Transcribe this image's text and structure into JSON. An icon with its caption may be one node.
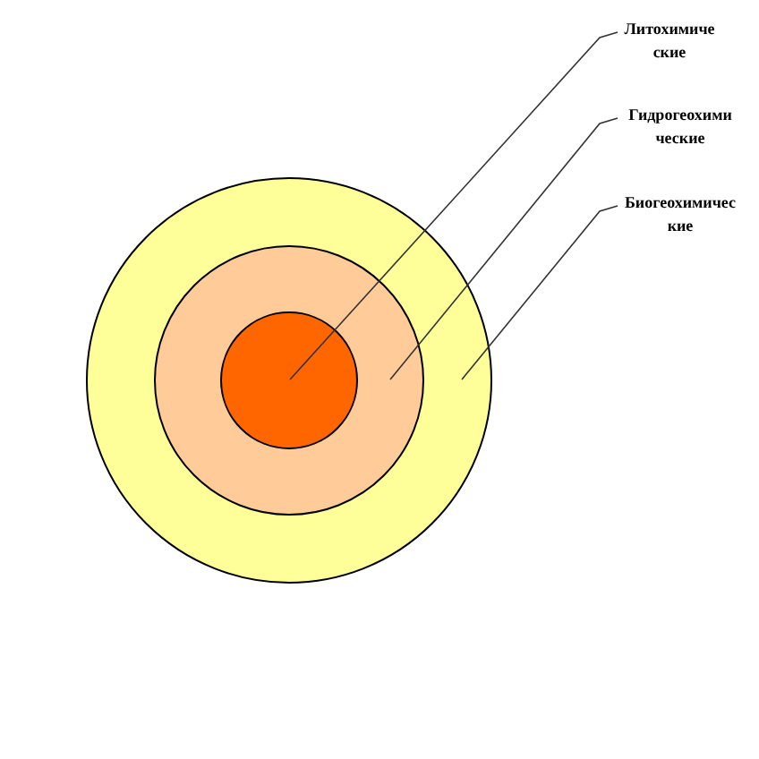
{
  "diagram": {
    "nodes": [
      {
        "text": [],
        "shape": "circle"
      },
      {
        "text": [],
        "shape": "circle",
        "in": 0
      },
      {
        "text": [],
        "shape": "circle",
        "in": 1
      },
      {
        "text": [
          "Литохимиче ские"
        ]
      },
      {
        "text": [
          "Гидрогеохими ческие"
        ]
      },
      {
        "text": [
          "Биогеохимичес кие"
        ]
      }
    ],
    "edges": [
      {
        "from": 3,
        "to": 2,
        "arrow": "none"
      },
      {
        "from": 4,
        "to": 1,
        "arrow": "none"
      },
      {
        "from": 5,
        "to": 0,
        "arrow": "none"
      }
    ]
  }
}
